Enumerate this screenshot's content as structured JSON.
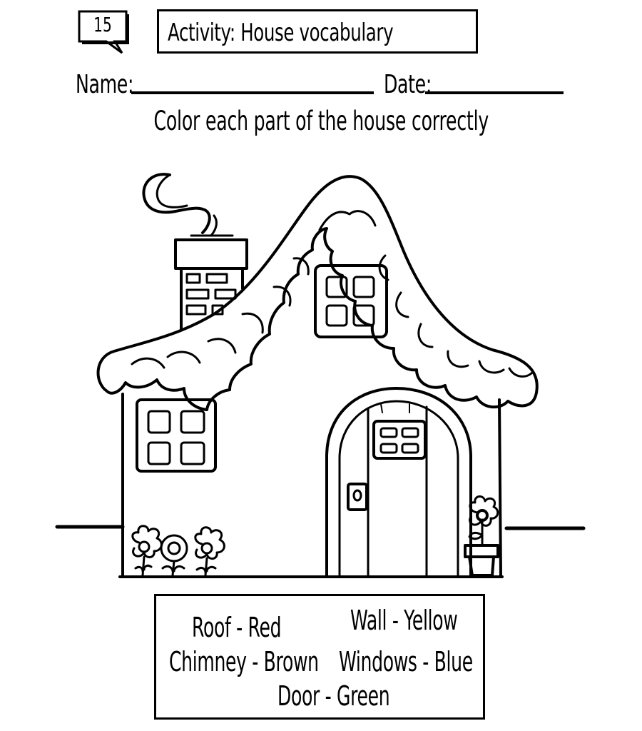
{
  "worksheet": {
    "number": "15",
    "activity_title": "Activity: House vocabulary",
    "name_label": "Name:",
    "date_label": "Date:",
    "instruction": "Color each part of the house correctly"
  },
  "legend": {
    "roof": "Roof - Red",
    "wall": "Wall - Yellow",
    "chimney": "Chimney - Brown",
    "windows": "Windows - Blue",
    "door": "Door - Green"
  }
}
